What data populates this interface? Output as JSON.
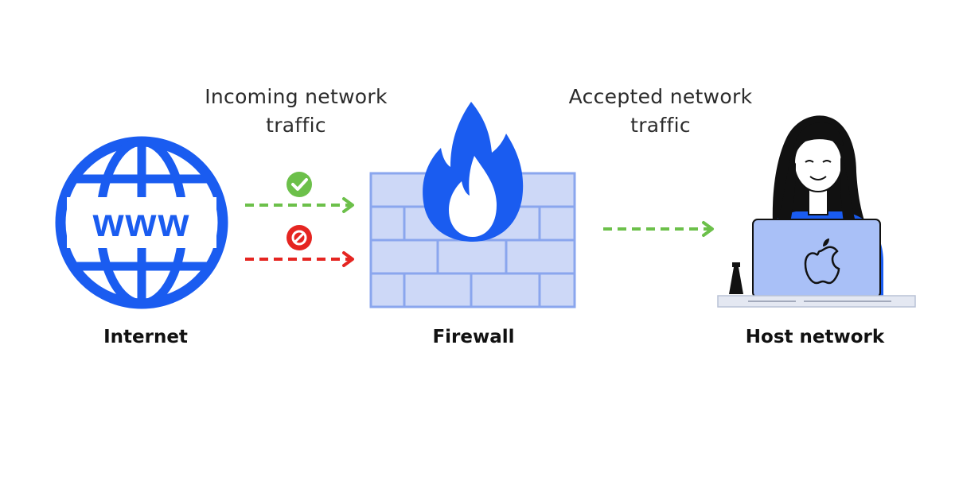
{
  "captions": {
    "incoming": [
      "Incoming network",
      "traffic"
    ],
    "accepted": [
      "Accepted network",
      "traffic"
    ]
  },
  "nodes": {
    "internet": {
      "label": "Internet",
      "icon": "globe-www-icon",
      "text": "www"
    },
    "firewall": {
      "label": "Firewall",
      "icon": "firewall-brick-flame-icon"
    },
    "host": {
      "label": "Host network",
      "icon": "person-laptop-icon"
    }
  },
  "arrows": [
    {
      "name": "incoming-allowed-arrow",
      "status": "allowed",
      "color": "#6cc04a",
      "badge": "check-icon"
    },
    {
      "name": "incoming-blocked-arrow",
      "status": "blocked",
      "color": "#e52521",
      "badge": "block-icon"
    },
    {
      "name": "accepted-arrow",
      "status": "accepted",
      "color": "#6cc04a"
    }
  ],
  "colors": {
    "brand_blue": "#1a5cf0",
    "brick_fill": "#cdd8f7",
    "brick_stroke": "#8aa6ee",
    "allowed": "#6cc04a",
    "blocked": "#e52521"
  }
}
